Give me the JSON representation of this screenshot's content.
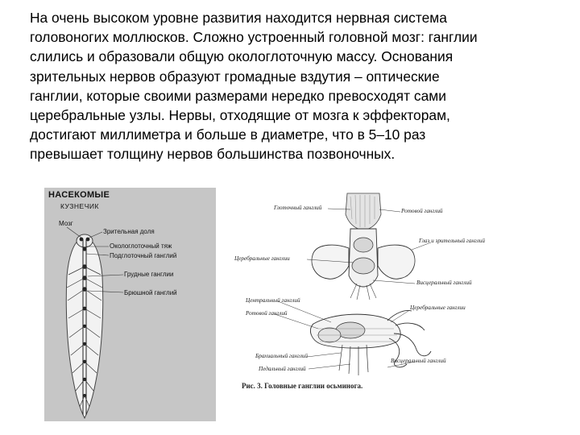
{
  "text": {
    "lines": [
      "На очень высоком уровне развития находится нервная система",
      "головоногих моллюсков. Сложно устроенный головной мозг: ганглии",
      "слились и образовали общую окологлоточную массу. Основания",
      "зрительных нервов образуют громадные вздутия – оптические",
      "ганглии, которые своими размерами нередко превосходят сами",
      "церебральные узлы. Нервы, отходящие от мозга к эффекторам,",
      "достигают миллиметра и больше в диаметре, что в 5–10 раз",
      "превышает толщину нервов большинства позвоночных."
    ]
  },
  "insect_figure": {
    "title": "НАСЕКОМЫЕ",
    "subtitle": "КУЗНЕЧИК",
    "labels": {
      "brain": "Мозг",
      "optic_lobe": "Зрительная доля",
      "circum_cord": "Окологлоточный тяж",
      "subesoph": "Подглоточный ганглий",
      "thoracic": "Грудные ганглии",
      "abdominal": "Брюшной ганглий"
    },
    "colors": {
      "panel_bg": "#c6c6c6",
      "body_fill": "#f2f2f2",
      "nerve": "#222222"
    }
  },
  "octopus_figure": {
    "labels": {
      "pharyngeal": "Глоточный ганглий",
      "buccal_top": "Ротовой ганглий",
      "eye_optic": "Глаз и зрительный ганглий",
      "cerebral_top": "Церебральные ганглии",
      "visceral_top": "Висцеральный ганглий",
      "central": "Центральный ганглий",
      "buccal_bottom": "Ротовой ганглий",
      "cerebral_bottom": "Церебральные ганглии",
      "brachial": "Брахиальный ганглий",
      "pedal": "Педальный ганглий",
      "visceral_bottom": "Висцеральный ганглий"
    },
    "caption": "Рис. 3. Головные ганглии осьминога."
  }
}
